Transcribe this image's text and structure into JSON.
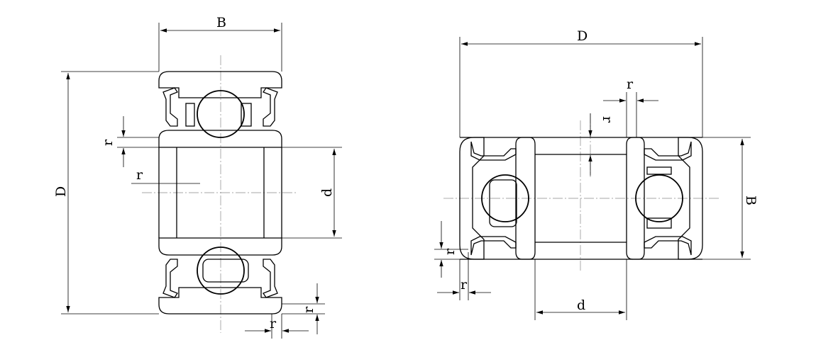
{
  "diagram": {
    "left_view": {
      "labels": {
        "width": "B",
        "outer_diameter": "D",
        "bore": "d",
        "chamfer_upper_radial": "r",
        "chamfer_upper_axial": "r",
        "chamfer_lower_radial": "r",
        "chamfer_lower_axial": "r"
      }
    },
    "right_view": {
      "labels": {
        "outer_diameter": "D",
        "width": "B",
        "bore": "d",
        "chamfer_top_axial": "r",
        "chamfer_top_radial": "r",
        "chamfer_left_radial": "r",
        "chamfer_left_axial": "r"
      }
    },
    "colors": {
      "line": "#000000",
      "centerline": "#888888",
      "background": "#ffffff"
    }
  }
}
